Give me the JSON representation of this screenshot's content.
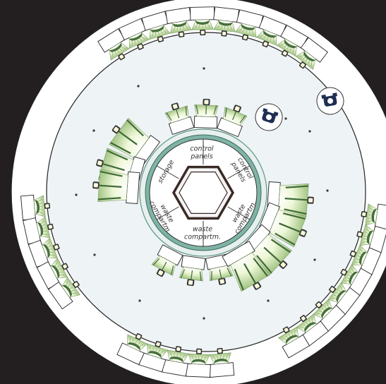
{
  "colors": {
    "background": "#231f20",
    "outer_ring": "#ffffff",
    "floor": "#eef3f6",
    "hub_ring": "#7fb3a5",
    "plant_light": "#eef7d8",
    "plant_mid": "#b7d394",
    "plant_dark": "#3f6a37",
    "lamp": "#fbfbdc",
    "bot_body": "#1f2e52"
  },
  "hub": {
    "compartments": [
      {
        "id": "control-panels-1",
        "lines": [
          "control",
          "panels"
        ]
      },
      {
        "id": "control-panels-2",
        "lines": [
          "control",
          "panels"
        ]
      },
      {
        "id": "waste-compartment-1",
        "lines": [
          "waste",
          "compartm."
        ]
      },
      {
        "id": "waste-compartment-2",
        "lines": [
          "waste",
          "compartm."
        ]
      },
      {
        "id": "waste-compartment-3",
        "lines": [
          "waste",
          "compartm."
        ]
      },
      {
        "id": "storage",
        "lines": [
          "storage"
        ]
      }
    ]
  },
  "robots": [
    {
      "name": "robot-1"
    },
    {
      "name": "robot-2"
    }
  ]
}
